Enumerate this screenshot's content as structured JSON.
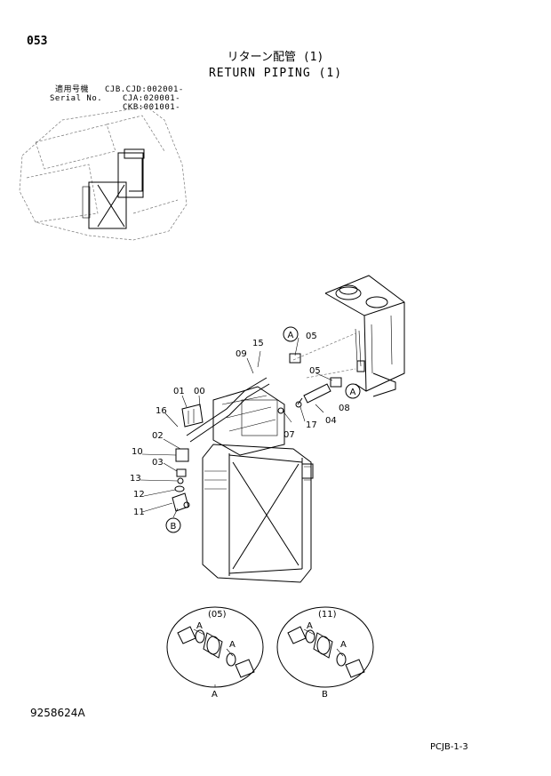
{
  "page_number": "053",
  "title_jp": "リターン配管 (1)",
  "title_en": "RETURN PIPING (1)",
  "serial": {
    "label_jp": "適用号機",
    "label_en": "Serial No.",
    "values": [
      "CJB.CJD:002001-",
      "CJA:020001-",
      "CKB:001001-"
    ]
  },
  "part_labels": [
    "15",
    "05",
    "09",
    "05",
    "01",
    "00",
    "08",
    "16",
    "07",
    "17",
    "04",
    "02",
    "10",
    "03",
    "13",
    "12",
    "11"
  ],
  "callouts": [
    "A",
    "A",
    "B"
  ],
  "detail_views": [
    {
      "part": "(05)",
      "caption": "A",
      "mark": "A"
    },
    {
      "part": "(11)",
      "caption": "B",
      "mark": "A"
    }
  ],
  "doc_id": "9258624A",
  "page_code": "PCJB-1-3"
}
